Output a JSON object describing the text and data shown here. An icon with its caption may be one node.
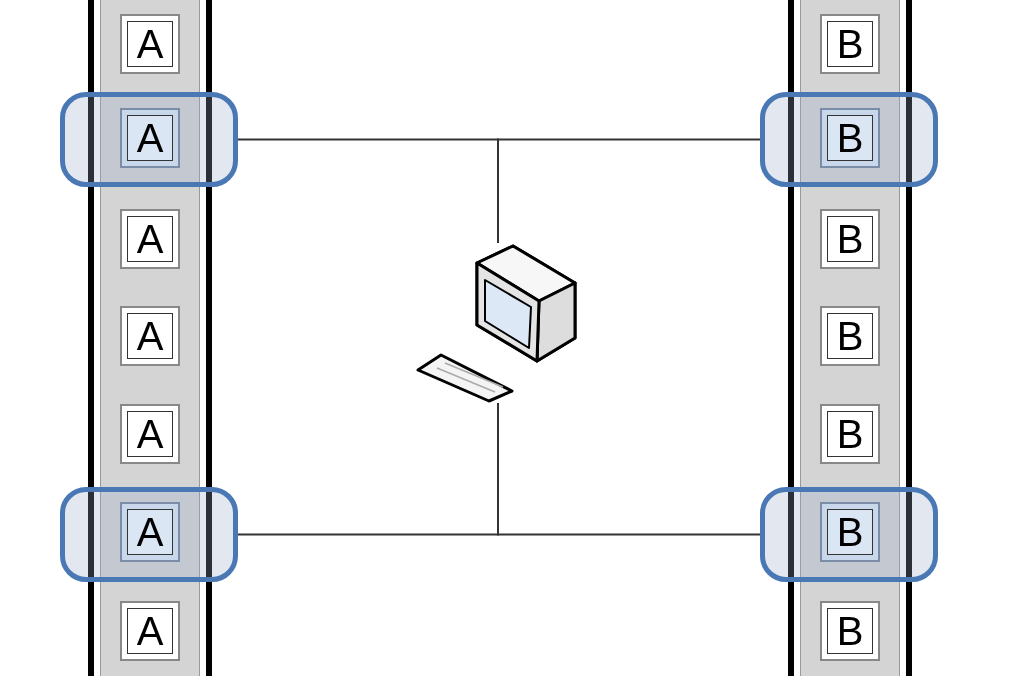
{
  "diagram": {
    "nodes": [
      {
        "text": [],
        "shape": "bar"
      },
      {
        "text": [
          "A"
        ],
        "in": 0
      },
      {
        "text": [
          "A"
        ]
      },
      {
        "text": [
          "A"
        ],
        "in": 0
      },
      {
        "text": [
          "A"
        ],
        "in": 0
      },
      {
        "text": [
          "A"
        ],
        "in": 0
      },
      {
        "text": [
          "A"
        ]
      },
      {
        "text": [
          "A"
        ],
        "in": 0
      },
      {
        "text": [],
        "shape": "box"
      },
      {
        "text": [],
        "shape": "box"
      },
      {
        "text": [],
        "shape": "picture"
      },
      {
        "text": [],
        "shape": "bar"
      },
      {
        "text": [
          "B"
        ],
        "in": 11
      },
      {
        "text": [
          "B"
        ]
      },
      {
        "text": [
          "B"
        ],
        "in": 11
      },
      {
        "text": [
          "B"
        ],
        "in": 11
      },
      {
        "text": [
          "B"
        ],
        "in": 11
      },
      {
        "text": [
          "B"
        ]
      },
      {
        "text": [
          "B"
        ],
        "in": 11
      },
      {
        "text": [],
        "shape": "box"
      },
      {
        "text": [],
        "shape": "box"
      }
    ],
    "edges": [
      {
        "from": 10,
        "to": 8,
        "arrow": "none"
      },
      {
        "from": 10,
        "to": 19,
        "arrow": "none"
      },
      {
        "from": 10,
        "to": 9,
        "arrow": "none"
      },
      {
        "from": 10,
        "to": 20,
        "arrow": "none"
      }
    ]
  }
}
